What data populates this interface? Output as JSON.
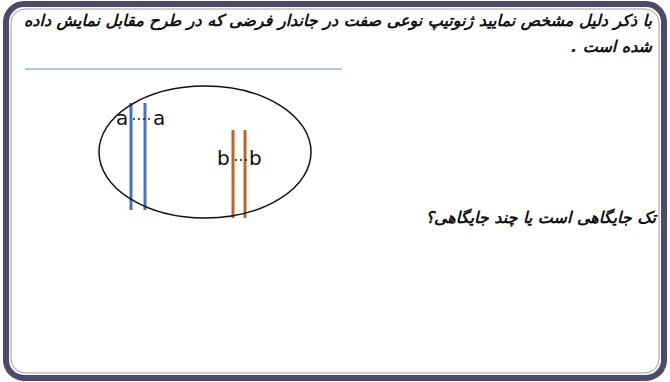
{
  "diagram": {
    "title": "با ذکر دلیل مشخص نمایید ژنوتیپ نوعی صفت در جاندار فرضی که در طرح مقابل نمایش داده شده است .",
    "nodes": [
      {
        "text": [
          "a",
          "a",
          "b",
          "b"
        ]
      }
    ],
    "labels": [
      "تک جایگاهی است یا چند جایگاهی؟"
    ]
  }
}
